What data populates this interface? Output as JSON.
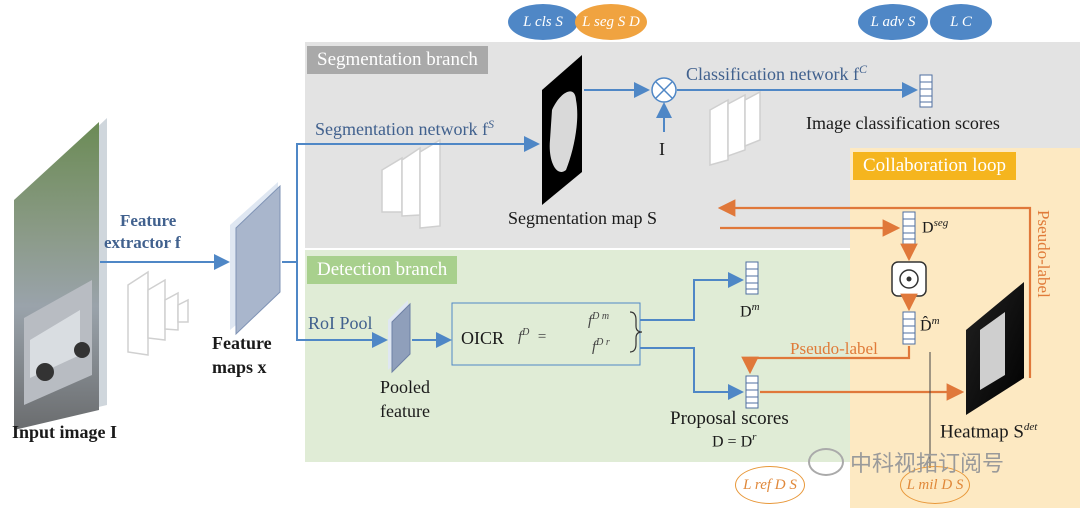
{
  "branches": {
    "segmentation": "Segmentation branch",
    "detection": "Detection branch",
    "collaboration": "Collaboration loop"
  },
  "labels": {
    "input_image": "Input image I",
    "feature_extractor_line1": "Feature",
    "feature_extractor_line2": "extractor f",
    "feature_maps_line1": "Feature",
    "feature_maps_line2": "maps x",
    "segmentation_network": "Segmentation network f",
    "segmentation_network_sup": "S",
    "segmentation_map": "Segmentation map S",
    "classification_network": "Classification  network f",
    "classification_network_sup": "C",
    "image_input_i": "I",
    "image_classification_scores": "Image classification scores",
    "roi_pool": "RoI Pool",
    "pooled_line1": "Pooled",
    "pooled_line2": "feature",
    "oicr": "OICR",
    "proposal_scores": "Proposal scores",
    "proposal_eq": "D  =  D",
    "heatmap": "Heatmap S",
    "pseudo_label_vertical": "Pseudo-label",
    "pseudo_label": "Pseudo-label",
    "d_seg": "D",
    "d_m": "D",
    "d_hat_m": "D̂"
  },
  "losses": {
    "cls": "L cls S",
    "seg": "L seg S D",
    "adv": "L adv S",
    "c": "L C",
    "ref": "L ref D S",
    "mil": "L mil D S"
  },
  "watermark": "中科视拓订阅号",
  "colors": {
    "seg_panel": "#e3e3e3",
    "det_panel": "#e0ecd6",
    "collab_panel": "#fde9c2",
    "blue_arrow": "#4f87c6",
    "orange_arrow": "#e0783a"
  }
}
